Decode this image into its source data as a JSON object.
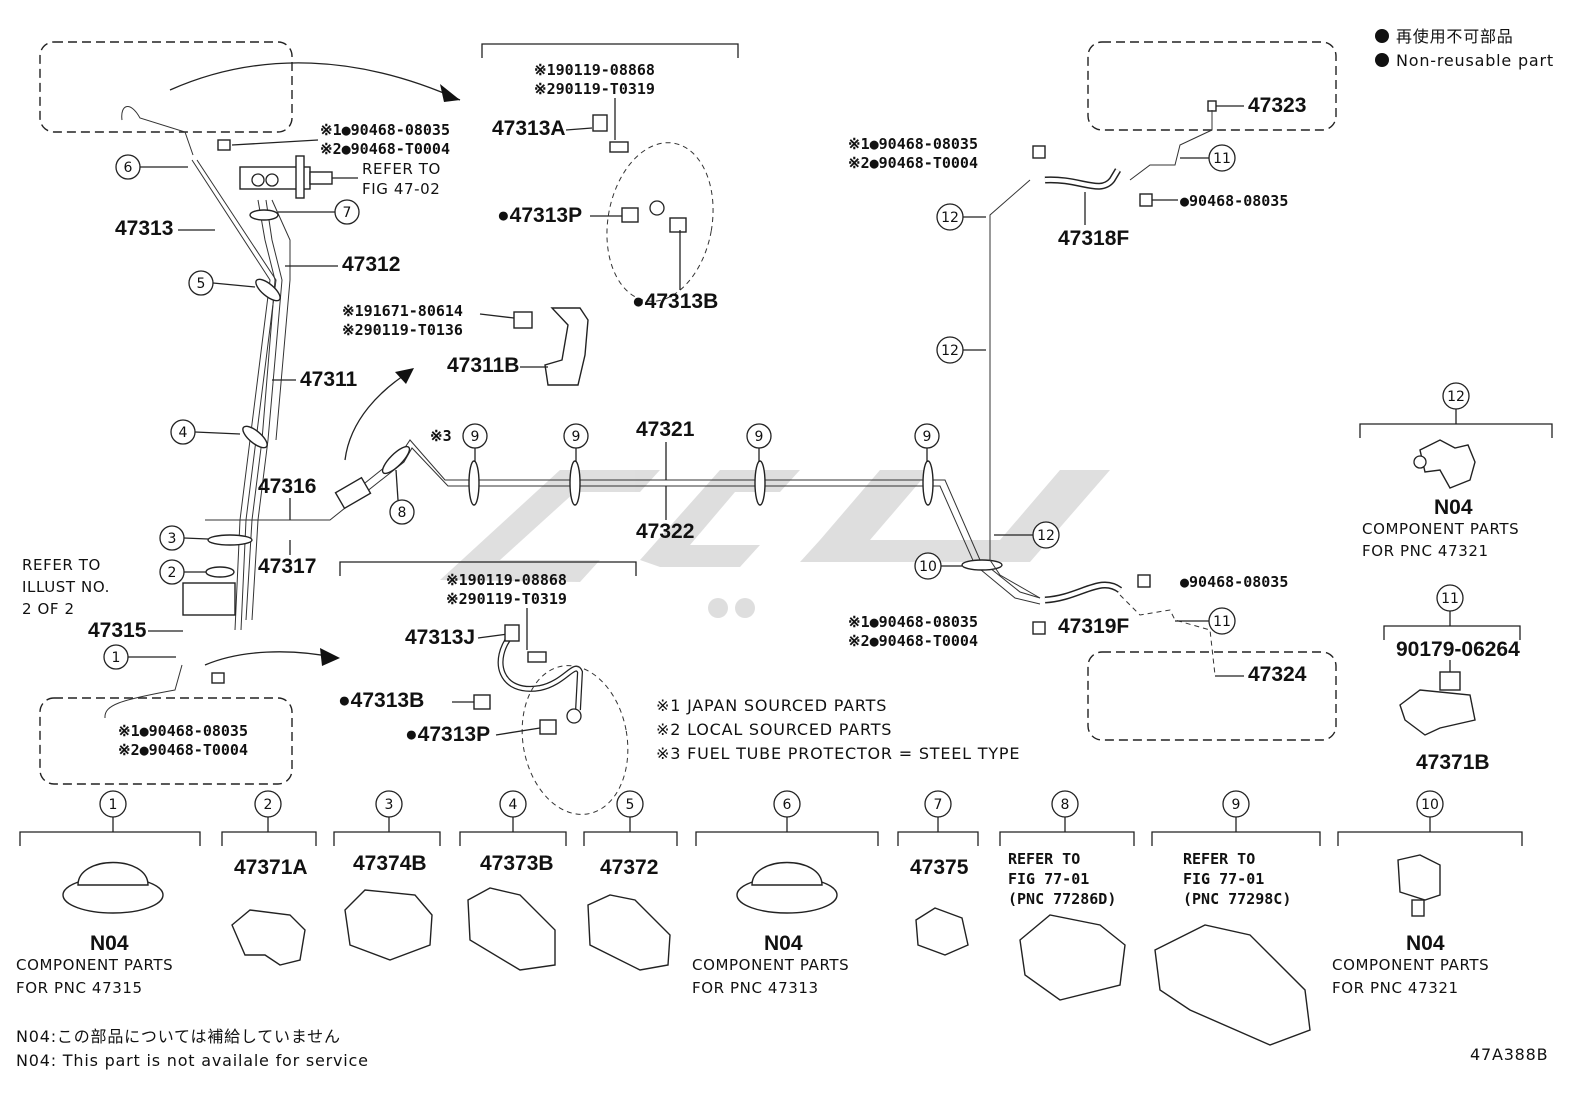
{
  "legend": {
    "dot_ja": "再使用不可部品",
    "dot_en": "Non-reusable part"
  },
  "notes": {
    "n1": "※1 JAPAN SOURCED PARTS",
    "n2": "※2 LOCAL SOURCED PARTS",
    "n3": "※3 FUEL TUBE PROTECTOR = STEEL TYPE"
  },
  "footer": {
    "ja": "N04:この部品については補給していません",
    "en": "N04: This part is not availale for service",
    "code": "47A388B"
  },
  "refer": {
    "fig4702_a": "REFER TO",
    "fig4702_b": "FIG 47-02",
    "illust_a": "REFER TO",
    "illust_b": "ILLUST NO.",
    "illust_c": "2 OF 2"
  },
  "labels": {
    "p47313": "47313",
    "p47312": "47312",
    "p47311": "47311",
    "p47316": "47316",
    "p47317": "47317",
    "p47315": "47315",
    "p47313A": "47313A",
    "p47313P_top": "●47313P",
    "p47313B_top": "●47313B",
    "p47311B": "47311B",
    "p47321": "47321",
    "p47322": "47322",
    "p47313J": "47313J",
    "p47313B_bot": "●47313B",
    "p47313P_bot": "●47313P",
    "p47323": "47323",
    "p47318F": "47318F",
    "p47319F": "47319F",
    "p47324": "47324",
    "p47371B": "47371B",
    "p90179": "90179-06264"
  },
  "codes": {
    "tl1": "※1●90468-08035",
    "tl2": "※2●90468-T0004",
    "tc1": "※190119-08868",
    "tc2": "※290119-T0319",
    "mc1": "※191671-80614",
    "mc2": "※290119-T0136",
    "bc1": "※190119-08868",
    "bc2": "※290119-T0319",
    "bl1": "※1●90468-08035",
    "bl2": "※2●90468-T0004",
    "tr1": "※1●90468-08035",
    "tr2": "※2●90468-T0004",
    "tr3": "●90468-08035",
    "br1": "●90468-08035",
    "br2": "※1●90468-08035",
    "br3": "※2●90468-T0004",
    "x3": "※3"
  },
  "callouts": [
    "1",
    "2",
    "3",
    "4",
    "5",
    "6",
    "7",
    "8",
    "9",
    "10",
    "11",
    "12"
  ],
  "right_panels": {
    "c12_n": "N04",
    "c12_a": "COMPONENT  PARTS",
    "c12_b": "FOR  PNC  47321"
  },
  "bottom_row": [
    {
      "num": "1",
      "part": "N04",
      "desc1": "COMPONENT  PARTS",
      "desc2": "FOR  PNC  47315"
    },
    {
      "num": "2",
      "part": "47371A"
    },
    {
      "num": "3",
      "part": "47374B"
    },
    {
      "num": "4",
      "part": "47373B"
    },
    {
      "num": "5",
      "part": "47372"
    },
    {
      "num": "6",
      "part": "N04",
      "desc1": "COMPONENT  PARTS",
      "desc2": "FOR  PNC  47313"
    },
    {
      "num": "7",
      "part": "47375"
    },
    {
      "num": "8",
      "ref1": "REFER TO",
      "ref2": "FIG 77-01",
      "ref3": "(PNC 77286D)"
    },
    {
      "num": "9",
      "ref1": "REFER TO",
      "ref2": "FIG 77-01",
      "ref3": "(PNC 77298C)"
    },
    {
      "num": "10",
      "part": "N04",
      "desc1": "COMPONENT  PARTS",
      "desc2": "FOR  PNC  47321"
    }
  ]
}
